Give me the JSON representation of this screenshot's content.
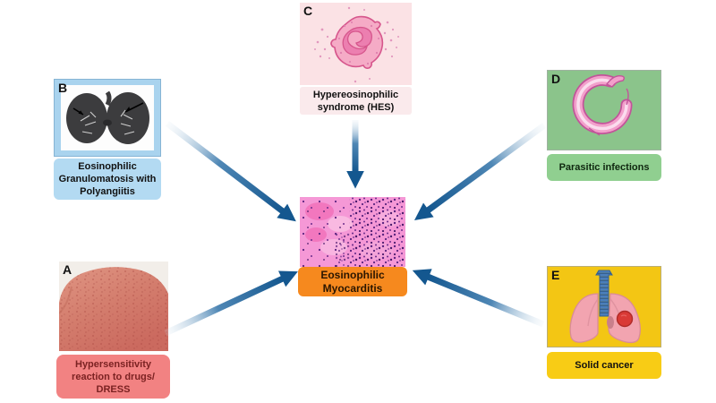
{
  "figure": {
    "type": "cause-diagram",
    "topic": "Causes of Eosinophilic Myocarditis",
    "center": {
      "image": "cardiac-biopsy-histology",
      "label": "Eosinophilic Myocarditis",
      "label_bg": "#F6891E",
      "label_color": "#2B1600"
    },
    "panels": [
      {
        "letter": "A",
        "label": "Hypersensitivity reaction to drugs/ DRESS",
        "image": "skin-rash-back-photo",
        "label_bg": "#F28282",
        "label_color": "#7B2222",
        "position": "bottom-left"
      },
      {
        "letter": "B",
        "label": "Eosinophilic Granulomatosis with Polyangiitis",
        "image": "chest-ct-scan",
        "image_bg": "#A9D3EE",
        "label_bg": "#B3DAF2",
        "label_color": "#111111",
        "position": "top-left"
      },
      {
        "letter": "C",
        "label": "Hypereosinophilic syndrome (HES)",
        "image": "eosinophil-cell",
        "image_bg": "#FBE2E5",
        "label_bg": "#FAEAEC",
        "label_color": "#111111",
        "position": "top-center"
      },
      {
        "letter": "D",
        "label": "Parasitic infections",
        "image": "parasitic-worm",
        "image_bg": "#8BC48B",
        "label_bg": "#90CF90",
        "label_color": "#102810",
        "position": "top-right"
      },
      {
        "letter": "E",
        "label": "Solid cancer",
        "image": "lungs-with-tumor",
        "image_bg": "#F3C614",
        "label_bg": "#F8CC15",
        "label_color": "#111111",
        "position": "bottom-right"
      }
    ],
    "arrow_color": "#14578F",
    "arrow_count": 5
  }
}
